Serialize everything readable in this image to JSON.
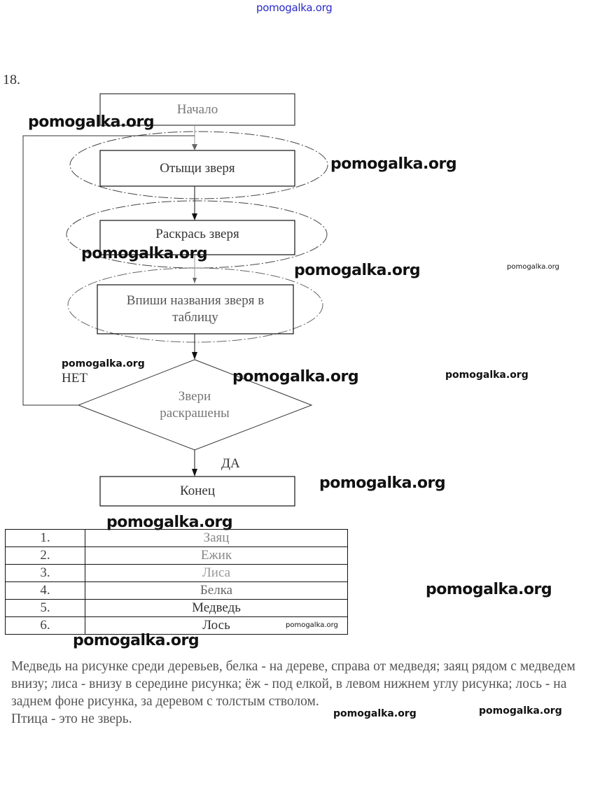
{
  "watermarks": {
    "site": "pomogalka.org"
  },
  "task": {
    "number": "18."
  },
  "flowchart": {
    "start": "Начало",
    "step1": "Отыщи зверя",
    "step2": "Раскрась зверя",
    "step3_line1": "Впиши названия зверя в",
    "step3_line2": "таблицу",
    "decision_line1": "Звери",
    "decision_line2": "раскрашены",
    "no_label": "НЕТ",
    "yes_label": "ДА",
    "end": "Конец"
  },
  "table": {
    "rows": [
      {
        "num": "1.",
        "animal": "Заяц"
      },
      {
        "num": "2.",
        "animal": "Ежик"
      },
      {
        "num": "3.",
        "animal": "Лиса"
      },
      {
        "num": "4.",
        "animal": "Белка"
      },
      {
        "num": "5.",
        "animal": "Медведь"
      },
      {
        "num": "6.",
        "animal": "Лось"
      }
    ]
  },
  "answer": {
    "paragraph": "Медведь на рисунке среди деревьев, белка - на дереве, справа от медведя; заяц рядом с медведем внизу; лиса - внизу в середине рисунка; ёж - под елкой, в левом нижнем углу рисунка; лось - на заднем фоне рисунка, за деревом с толстым стволом.",
    "note": "Птица - это не зверь."
  }
}
